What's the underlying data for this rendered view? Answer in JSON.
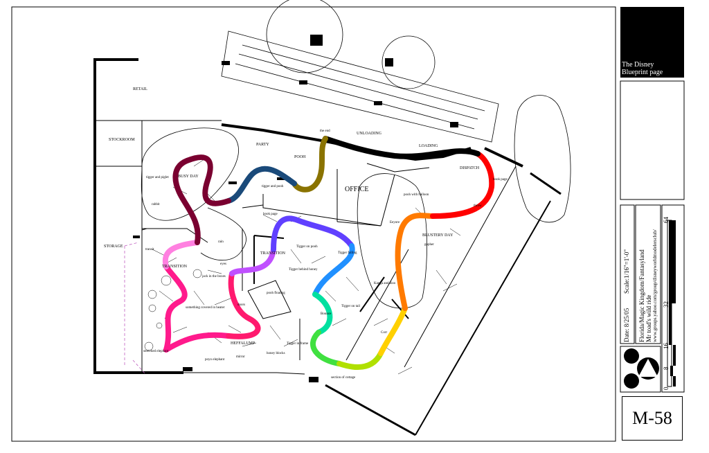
{
  "title_block": {
    "logo_line1": "The Disney",
    "logo_line2": "Blueprint page",
    "date": "Date:  8/25/05",
    "scale": "Scale:1/16\"=1'-0\"",
    "location": "Florida/Magic Kingdom/Fantasyland",
    "ride": "Mr toad's wild ride",
    "url": "www.groups.yahoo.com/group/disneyworldmodelersclub/",
    "scale_ticks": [
      "0",
      "8",
      "16",
      "32",
      "64"
    ],
    "sheet_number": "M-58"
  },
  "rooms": {
    "retail": "RETAIL",
    "stockroom": "STOCKROOM",
    "storage": "STORAGE",
    "office": "OFFICE",
    "party": "PARTY",
    "pooh": "POOH",
    "unloading": "UNLOADING",
    "loading": "LOADING",
    "dispatch": "DISPATCH",
    "blustery_day": "BLUSTERY DAY",
    "transition_left": "TRANSITION",
    "transition_mid": "TRANSITION",
    "heffalump": "HEFFALUMP",
    "busy_day": "BUSY DAY"
  },
  "labels": {
    "the_end": "the end",
    "tigger_and_pooh": "tigger and pooh",
    "tigger_and_piglet": "tigger and piglet",
    "rabbit": "rabbit",
    "rain": "rain",
    "book_page_top": "book page",
    "book_page_right": "book page",
    "pooh_with_balloon": "pooh with balloon",
    "eeyore": "Eeyore",
    "gopher": "gopher",
    "kanga_and_roo": "Kanga and Roo",
    "tigger_on_pooh": "Tigger on pooh",
    "tigger_behind_honey": "Tigger behind honey",
    "tigger_falling": "Tigger falling",
    "pooh_floating": "pooh floating",
    "tigger_on_tail": "Tigger on tail",
    "jack_in_the_boxes": "jack in the boxes",
    "eyes": "eyes",
    "doors": "doors",
    "something_covered": "something covered in heater",
    "stretched_elephant": "stretched elephant",
    "poyo_elephant": "poyo elephant",
    "mirror": "mirror",
    "honey_blocks": "honey blocks",
    "tigger_in_frame": "Tigger in frame",
    "bounce": "Bounce",
    "corr": "Corr",
    "section_of_cottage": "section of cottage",
    "transit": "transit",
    "throw": "throw"
  },
  "colors": {
    "track_gradient_start": "#e8006e",
    "track_gradient_end": "#b00000"
  }
}
